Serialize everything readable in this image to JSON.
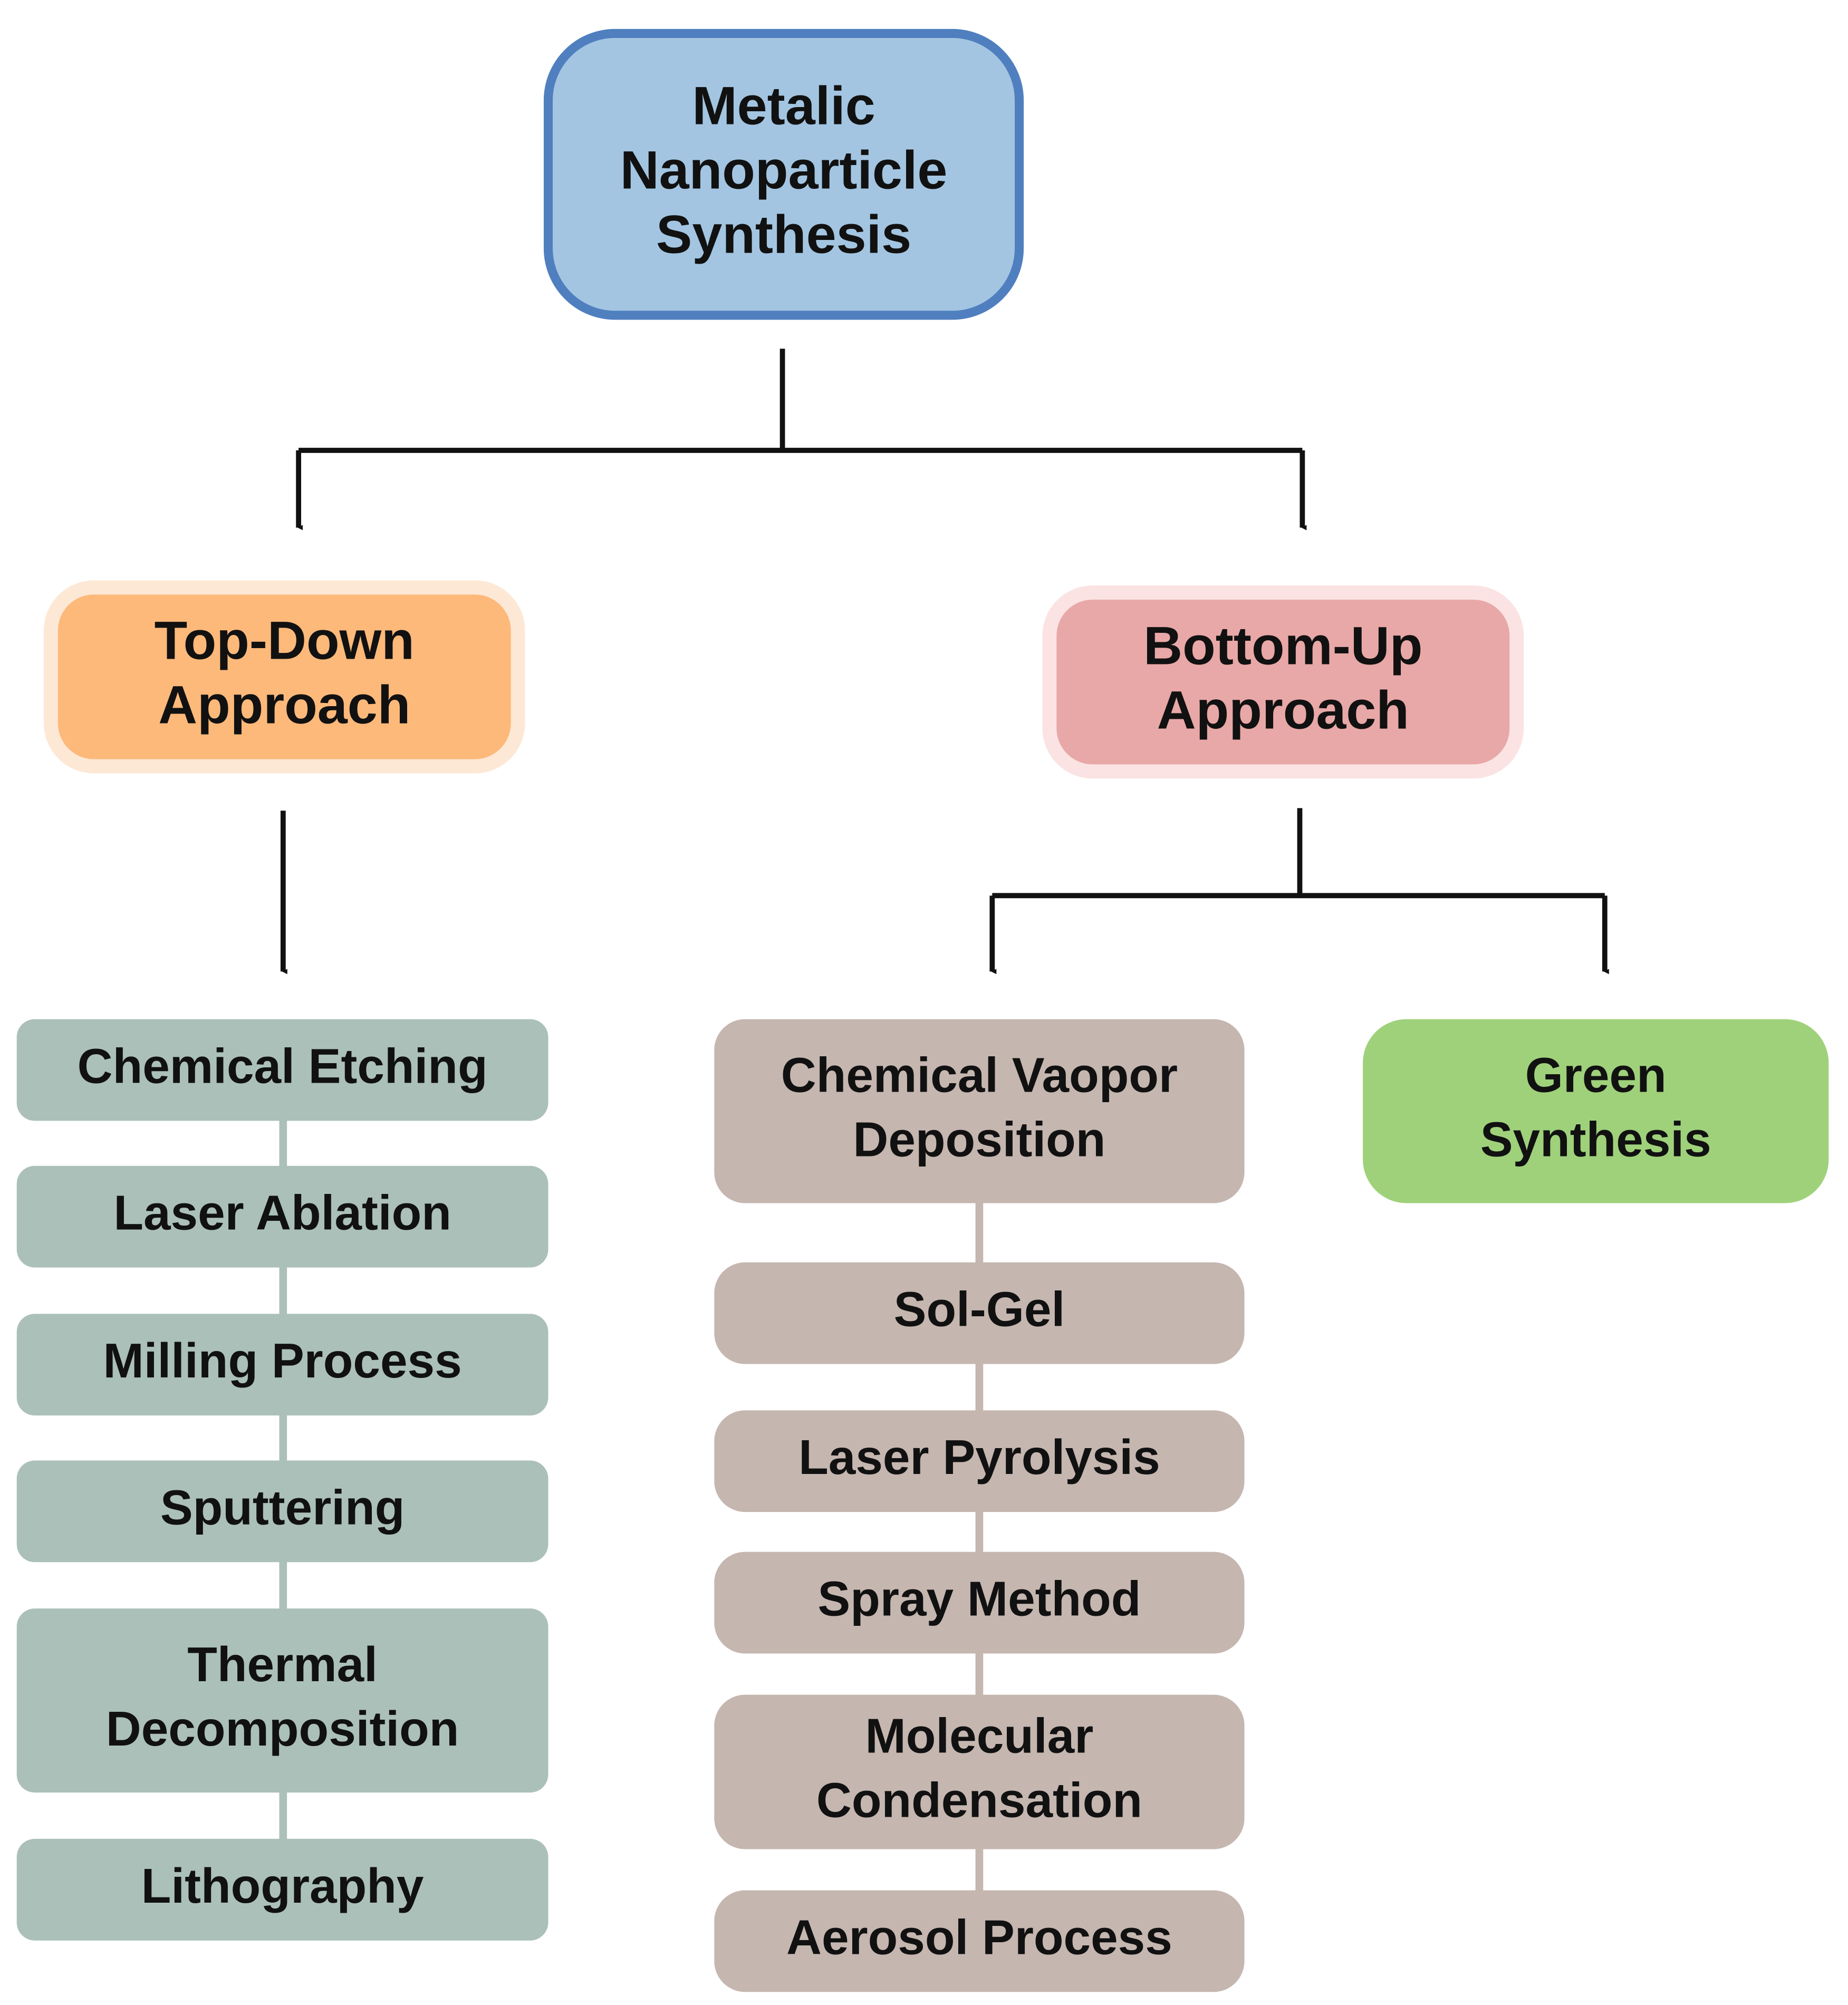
{
  "root": {
    "label": [
      "Metalic",
      "Nanoparticle",
      "Synthesis"
    ],
    "fill": "#a3c5e1",
    "stroke": "#4f7fbf"
  },
  "top_down": {
    "label": [
      "Top-Down",
      "Approach"
    ],
    "fill": "#fdb97a",
    "glow": "#fde8d6",
    "methods": [
      {
        "label": [
          "Chemical Etching"
        ]
      },
      {
        "label": [
          "Laser Ablation"
        ]
      },
      {
        "label": [
          "Milling Process"
        ]
      },
      {
        "label": [
          "Sputtering"
        ]
      },
      {
        "label": [
          "Thermal",
          "Decomposition"
        ]
      },
      {
        "label": [
          "Lithography"
        ]
      }
    ],
    "method_fill": "#abc0b8"
  },
  "bottom_up": {
    "label": [
      "Bottom-Up",
      "Approach"
    ],
    "fill": "#e8a8a7",
    "glow": "#fbe3e3",
    "methods": [
      {
        "label": [
          "Chemical Vaopor",
          "Deposition"
        ]
      },
      {
        "label": [
          "Sol-Gel"
        ]
      },
      {
        "label": [
          "Laser Pyrolysis"
        ]
      },
      {
        "label": [
          "Spray Method"
        ]
      },
      {
        "label": [
          "Molecular",
          "Condensation"
        ]
      },
      {
        "label": [
          "Aerosol Process"
        ]
      }
    ],
    "method_fill": "#c5b6b0",
    "green": {
      "label": [
        "Green",
        "Synthesis"
      ],
      "fill": "#9fd17b"
    }
  },
  "arrow_color": "#111111"
}
